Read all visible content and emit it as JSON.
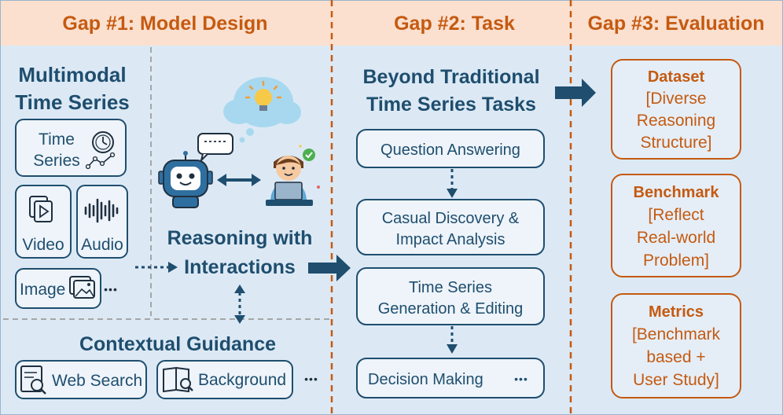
{
  "headers": {
    "gap1": "Gap #1: Model Design",
    "gap2": "Gap #2: Task",
    "gap3": "Gap #3: Evaluation"
  },
  "multimodal": {
    "title_line1": "Multimodal",
    "title_line2": "Time Series",
    "time_series_line1": "Time",
    "time_series_line2": "Series",
    "video": "Video",
    "audio": "Audio",
    "image": "Image",
    "ellipsis": "•••"
  },
  "reasoning": {
    "line1": "Reasoning with",
    "line2": "Interactions"
  },
  "contextual": {
    "title": "Contextual Guidance",
    "web_search": "Web Search",
    "background": "Background",
    "ellipsis": "•••"
  },
  "tasks": {
    "title_line1": "Beyond Traditional",
    "title_line2": "Time Series Tasks",
    "question_answering": "Question Answering",
    "causal_line1": "Casual Discovery &",
    "causal_line2": "Impact Analysis",
    "generation_line1": "Time Series",
    "generation_line2": "Generation & Editing",
    "decision_making": "Decision Making",
    "ellipsis": "•••"
  },
  "evaluation": {
    "dataset_title": "Dataset",
    "dataset_line1": "[Diverse",
    "dataset_line2": "Reasoning",
    "dataset_line3": "Structure]",
    "benchmark_title": "Benchmark",
    "benchmark_line1": "[Reflect",
    "benchmark_line2": "Real-world",
    "benchmark_line3": "Problem]",
    "metrics_title": "Metrics",
    "metrics_line1": "[Benchmark",
    "metrics_line2": "based +",
    "metrics_line3": "User Study]"
  },
  "colors": {
    "navy": "#1f4e6e",
    "orange": "#c55a11",
    "header_bg": "#fbe0cf",
    "panel_bg": "#dce9f5",
    "box_border": "#1f4e6e"
  }
}
